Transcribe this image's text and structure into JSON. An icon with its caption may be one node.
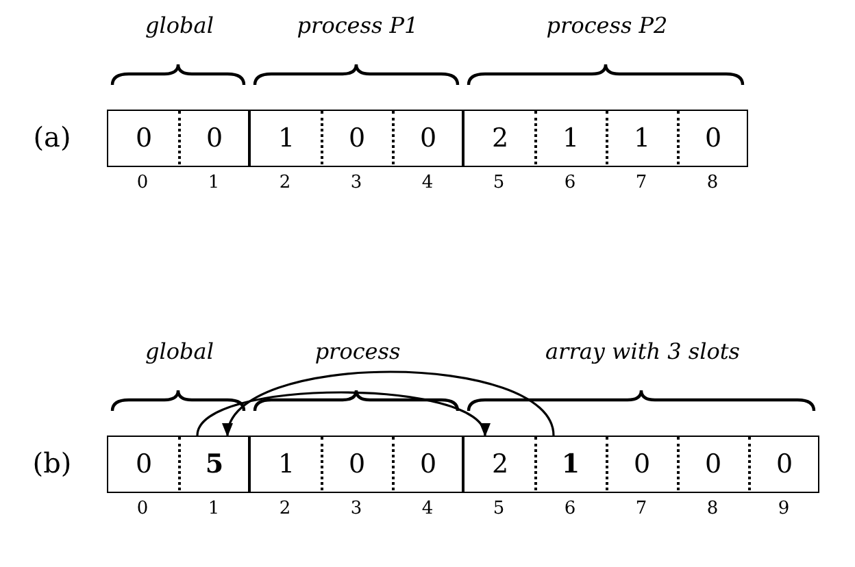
{
  "diagram": {
    "nodes": [
      {
        "text": [
          "global"
        ]
      },
      {
        "text": [
          "0"
        ],
        "in": 0
      },
      {
        "text": [
          "0"
        ],
        "in": 0
      },
      {
        "text": [
          "process P1"
        ]
      },
      {
        "text": [
          "1"
        ],
        "in": 3
      },
      {
        "text": [
          "0"
        ],
        "in": 3
      },
      {
        "text": [
          "0"
        ],
        "in": 3
      },
      {
        "text": [
          "process P2"
        ]
      },
      {
        "text": [
          "2"
        ],
        "in": 7
      },
      {
        "text": [
          "1"
        ],
        "in": 7
      },
      {
        "text": [
          "1"
        ],
        "in": 7
      },
      {
        "text": [
          "0"
        ],
        "in": 7
      },
      {
        "text": [
          "global"
        ]
      },
      {
        "text": [
          "0"
        ],
        "in": 12
      },
      {
        "text": [
          "5"
        ],
        "in": 12
      },
      {
        "text": [
          "process"
        ]
      },
      {
        "text": [
          "1"
        ],
        "in": 15
      },
      {
        "text": [
          "0"
        ],
        "in": 15
      },
      {
        "text": [
          "0"
        ],
        "in": 15
      },
      {
        "text": [
          "array with 3 slots"
        ]
      },
      {
        "text": [
          "2"
        ],
        "in": 19
      },
      {
        "text": [
          "1"
        ],
        "in": 19
      },
      {
        "text": [
          "0"
        ],
        "in": 19
      },
      {
        "text": [
          "0"
        ],
        "in": 19
      },
      {
        "text": [
          "0"
        ],
        "in": 19
      }
    ],
    "edges": [
      {
        "from": 21,
        "to": 14,
        "arrow": "to"
      },
      {
        "from": 14,
        "to": 20,
        "arrow": "to"
      }
    ],
    "labels": [
      "(a)",
      "0",
      "1",
      "2",
      "3",
      "4",
      "5",
      "6",
      "7",
      "8",
      "(b)",
      "0",
      "1",
      "2",
      "3",
      "4",
      "5",
      "6",
      "7",
      "8",
      "9"
    ]
  }
}
